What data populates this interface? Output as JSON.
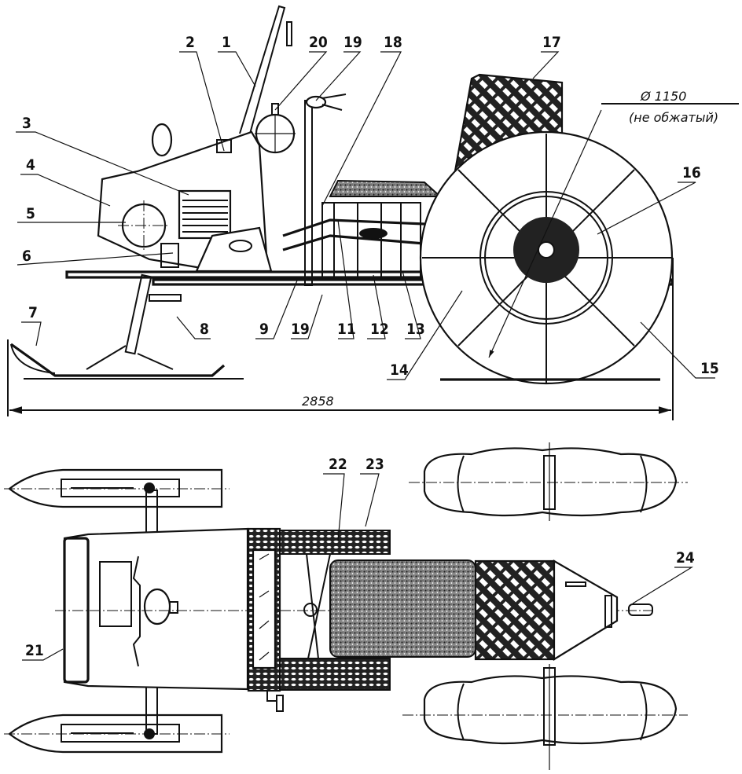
{
  "figure": {
    "title": "Snowmobile with pneumatic wheels — side view and top view",
    "dimensions": {
      "overall_length": "2858",
      "wheel_diameter": "Ø 1150",
      "wheel_note": "(не обжатый)"
    },
    "side_view_labels": [
      "1",
      "2",
      "20",
      "19",
      "18",
      "17",
      "3",
      "4",
      "5",
      "6",
      "16",
      "7",
      "8",
      "9",
      "19",
      "11",
      "12",
      "13",
      "14",
      "15"
    ],
    "top_view_labels": [
      "22",
      "23",
      "24",
      "21"
    ]
  }
}
